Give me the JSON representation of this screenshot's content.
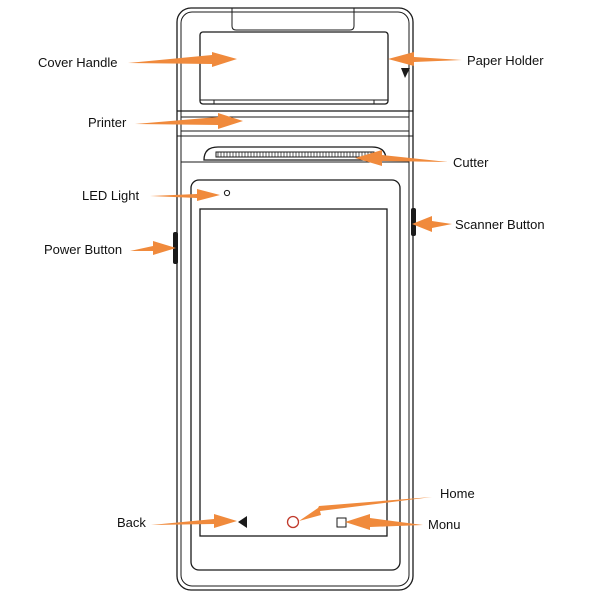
{
  "colors": {
    "arrow": "#f08a3c",
    "line": "#1a1a1a",
    "background": "#ffffff",
    "text": "#111111"
  },
  "callouts": {
    "cover_handle": "Cover Handle",
    "paper_holder": "Paper Holder",
    "printer": "Printer",
    "cutter": "Cutter",
    "led_light": "LED Light",
    "scanner_button": "Scanner Button",
    "power_button": "Power Button",
    "home": "Home",
    "back": "Back",
    "menu": "Monu"
  },
  "nav_icons": {
    "back": "back-triangle-icon",
    "home": "home-circle-icon",
    "menu": "menu-square-icon"
  }
}
